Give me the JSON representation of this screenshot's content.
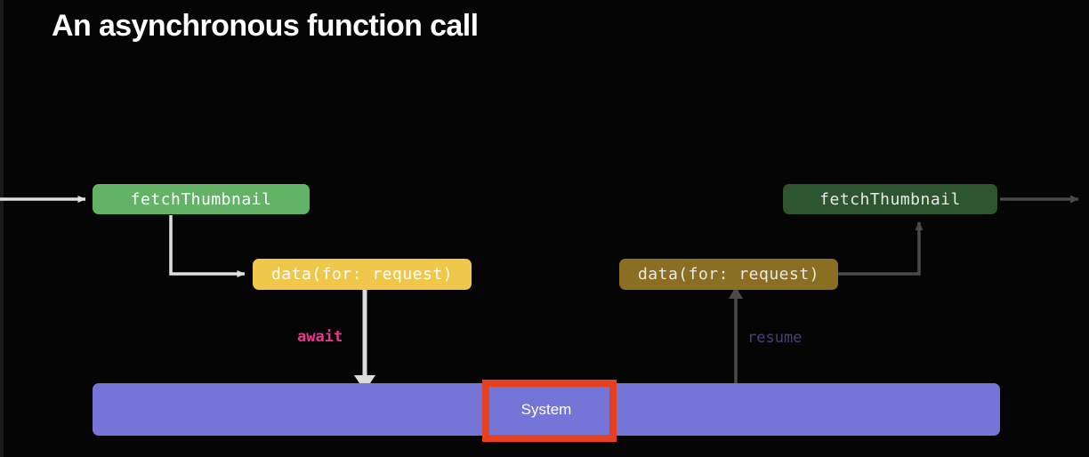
{
  "slide": {
    "title": "An asynchronous function call",
    "background_color": "#050505"
  },
  "colors": {
    "active_function": "#62b366",
    "dimmed_function": "#2d5530",
    "active_call": "#efc74b",
    "dimmed_call": "#8a6f22",
    "system_bar": "#7575d8",
    "highlight": "#e8401f",
    "active_arrow": "#e0e0e0",
    "dimmed_arrow": "#4a4a4a",
    "await_label": "#e8368f",
    "resume_label": "#4c3f73"
  },
  "nodes": {
    "fetch_thumbnail_active": {
      "label": "fetchThumbnail",
      "state": "active"
    },
    "data_request_active": {
      "label": "data(for: request)",
      "state": "active"
    },
    "data_request_dimmed": {
      "label": "data(for: request)",
      "state": "dimmed"
    },
    "fetch_thumbnail_dimmed": {
      "label": "fetchThumbnail",
      "state": "dimmed"
    },
    "system_bar": {
      "label": "System"
    }
  },
  "edge_labels": {
    "await": "await",
    "resume": "resume"
  },
  "highlight": {
    "target": "System"
  }
}
